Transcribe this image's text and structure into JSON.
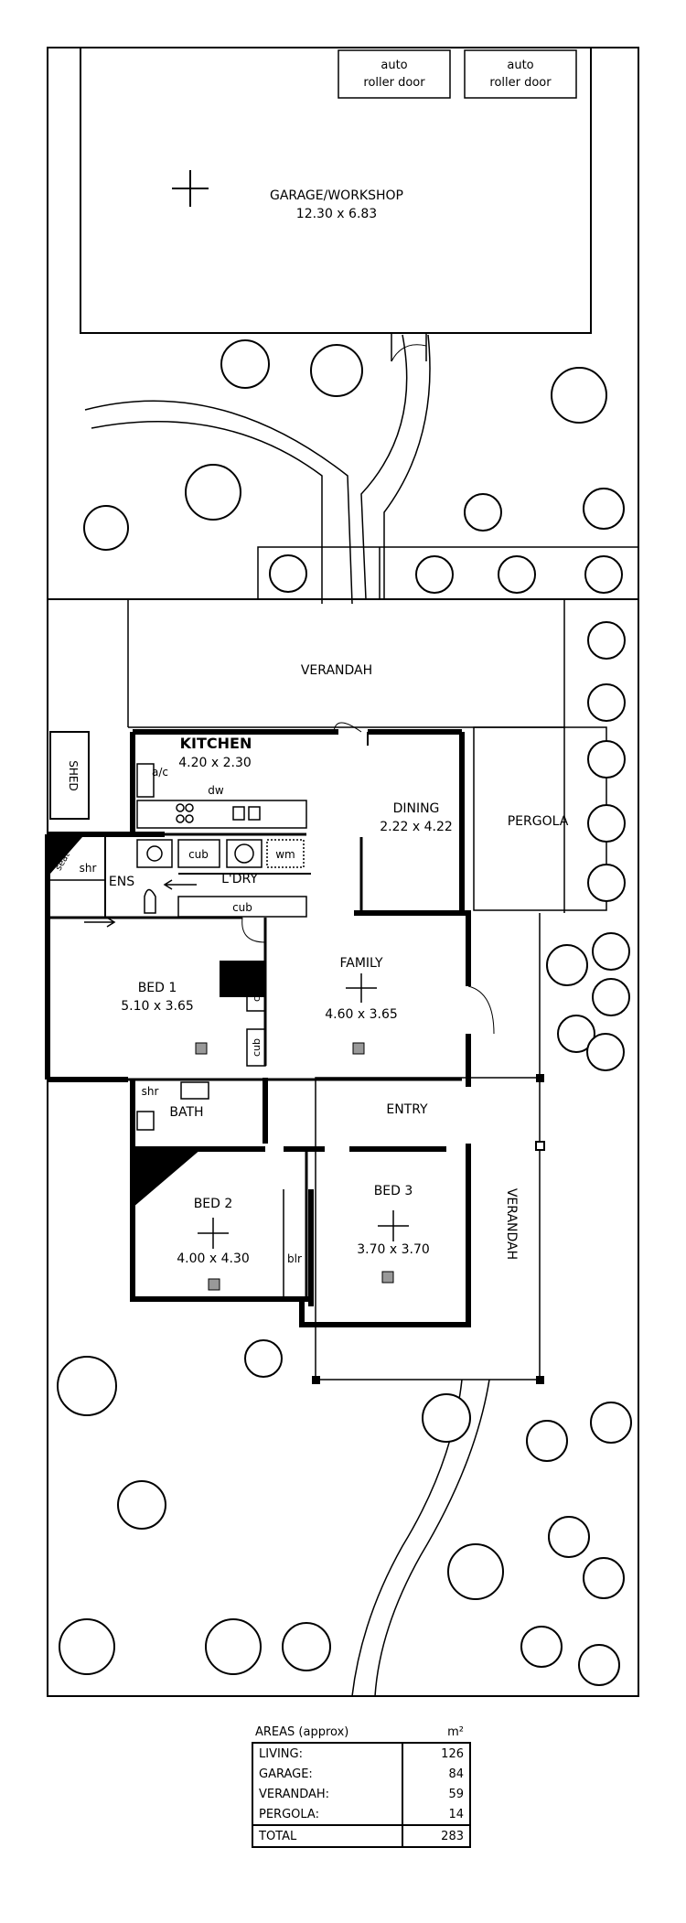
{
  "rooms": {
    "garage": {
      "name": "GARAGE/WORKSHOP",
      "dims": "12.30 x 6.83"
    },
    "roller_door_1": {
      "line1": "auto",
      "line2": "roller door"
    },
    "roller_door_2": {
      "line1": "auto",
      "line2": "roller door"
    },
    "verandah_top": "VERANDAH",
    "shed": "SHED",
    "kitchen": {
      "name": "KITCHEN",
      "dims": "4.20 x 2.30"
    },
    "ac": "a/c",
    "dw": "dw",
    "cub1": "cub",
    "wm": "wm",
    "laundry": "L'DRY",
    "cub2": "cub",
    "dining": {
      "name": "DINING",
      "dims": "2.22 x 4.22"
    },
    "pergola": "PERGOLA",
    "seat": "seat",
    "shr1": "shr",
    "ens": "ENS",
    "bed1": {
      "name": "BED 1",
      "dims": "5.10 x 3.65"
    },
    "cub3": "cub",
    "cub4": "cub",
    "family": {
      "name": "FAMILY",
      "dims": "4.60 x 3.65"
    },
    "shr2": "shr",
    "bath": "BATH",
    "entry": "ENTRY",
    "bed2": {
      "name": "BED 2",
      "dims": "4.00 x 4.30"
    },
    "blr": "blr",
    "bed3": {
      "name": "BED 3",
      "dims": "3.70 x 3.70"
    },
    "verandah_side": "VERANDAH"
  },
  "areas": {
    "title": "AREAS (approx)",
    "unit": "m²",
    "rows": [
      {
        "label": "LIVING:",
        "value": "126"
      },
      {
        "label": "GARAGE:",
        "value": "84"
      },
      {
        "label": "VERANDAH:",
        "value": "59"
      },
      {
        "label": "PERGOLA:",
        "value": "14"
      }
    ],
    "total": {
      "label": "TOTAL",
      "value": "283"
    }
  }
}
